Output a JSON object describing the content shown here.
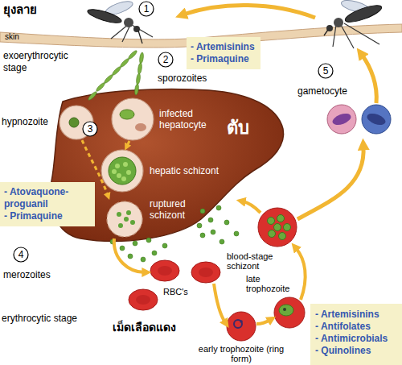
{
  "diagram": {
    "nodes": [
      {
        "text": [
          "- Artemisinins",
          "- Primaquine"
        ]
      },
      {
        "text": [
          "- Atovaquone-proguanil",
          "- Primaquine"
        ]
      },
      {
        "text": [
          "- Artemisinins",
          "- Antifolates",
          "- Antimicrobials",
          "- Quinolines"
        ]
      }
    ],
    "labels": [
      "ยุงลาย",
      "1",
      "skin",
      "exoerythrocytic stage",
      "2",
      "sporozoites",
      "5",
      "gametocyte",
      "hypnozoite",
      "3",
      "infected hepatocyte",
      "ตับ",
      "hepatic schizont",
      "ruptured schizont",
      "4",
      "merozoites",
      "blood-stage schizont",
      "RBC's",
      "late trophozoite",
      "erythrocytic stage",
      "เม็ดเลือดแดง",
      "early trophozoite (ring form)"
    ]
  }
}
